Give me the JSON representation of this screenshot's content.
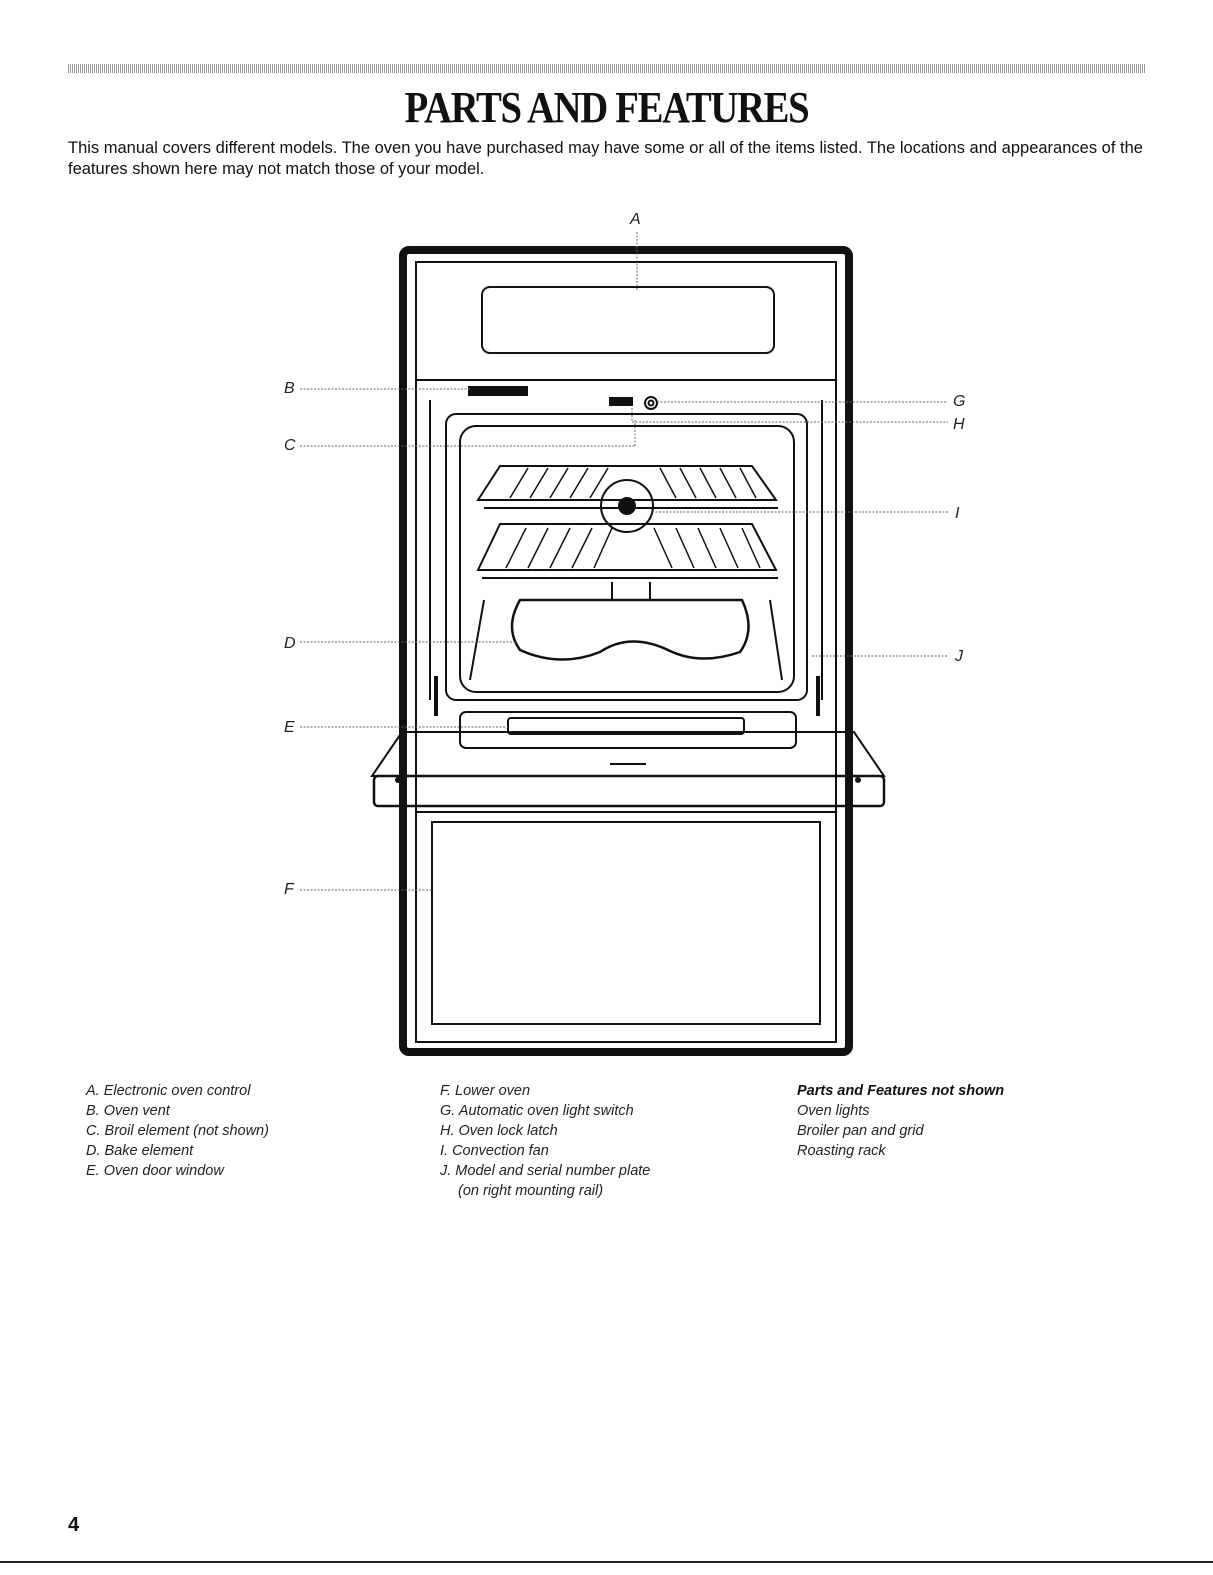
{
  "title": "PARTS AND FEATURES",
  "intro": "This manual covers different models. The oven you have purchased may have some or all of the items listed. The locations and appearances of the features shown here may not match those of your model.",
  "callouts": {
    "a": "A",
    "b": "B",
    "c": "C",
    "d": "D",
    "e": "E",
    "f": "F",
    "g": "G",
    "h": "H",
    "i": "I",
    "j": "J"
  },
  "legend": {
    "col1": [
      "A. Electronic oven control",
      "B. Oven vent",
      "C. Broil element (not shown)",
      "D. Bake element",
      "E. Oven door window"
    ],
    "col2": [
      "F. Lower oven",
      "G. Automatic oven light switch",
      "H. Oven lock latch",
      "I. Convection fan",
      "J. Model and serial number plate",
      "(on right mounting rail)"
    ],
    "col3_heading": "Parts and Features not shown",
    "col3": [
      "Oven lights",
      "Broiler pan and grid",
      "Roasting rack"
    ]
  },
  "page_number": "4"
}
